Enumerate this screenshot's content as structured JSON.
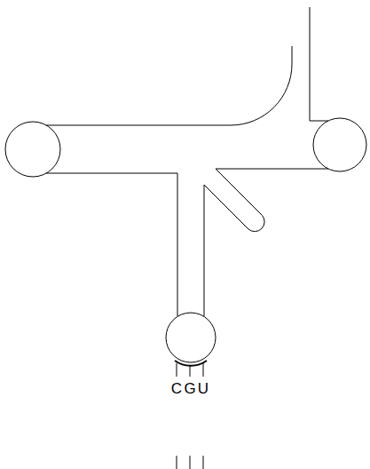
{
  "diagram": {
    "labels": [
      "C",
      "G",
      "U"
    ]
  }
}
